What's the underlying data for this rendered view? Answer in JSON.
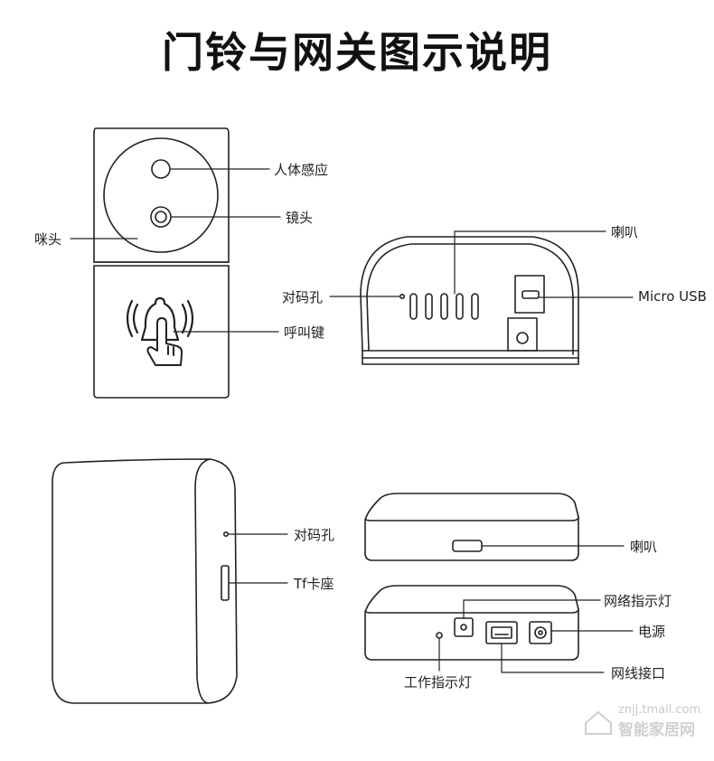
{
  "title": "门铃与网关图示说明",
  "doorbell": {
    "labels": {
      "sensor": "人体感应",
      "lens": "镜头",
      "mic": "咪头",
      "call_button": "呼叫键"
    }
  },
  "doorbell_bottom": {
    "labels": {
      "speaker": "喇叭",
      "pair_hole": "对码孔",
      "usb": "Micro USB"
    }
  },
  "gateway_side": {
    "labels": {
      "pair_hole": "对码孔",
      "tf_slot": "Tf卡座"
    }
  },
  "gateway_front": {
    "labels": {
      "speaker": "喇叭"
    }
  },
  "gateway_back": {
    "labels": {
      "net_indicator": "网络指示灯",
      "power": "电源",
      "ethernet": "网线接口",
      "work_indicator": "工作指示灯"
    }
  },
  "watermark": {
    "url": "znjj.tmall.com",
    "brand": "智能家居网"
  }
}
